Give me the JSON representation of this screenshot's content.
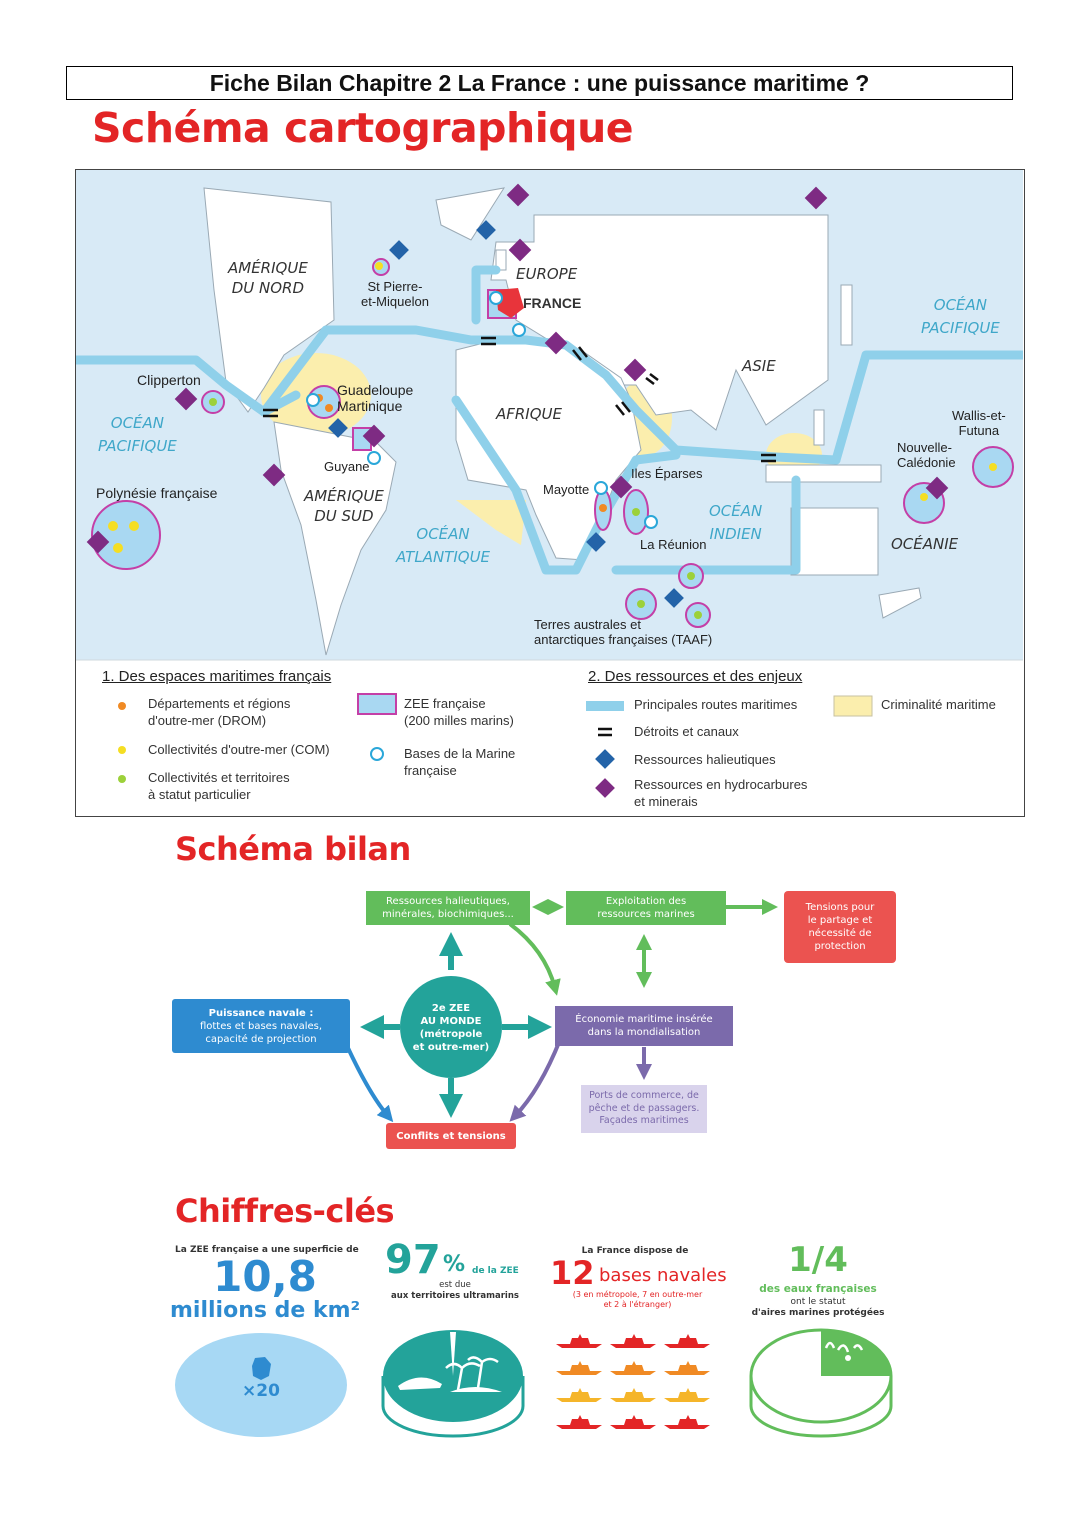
{
  "header": {
    "title": "Fiche Bilan Chapitre 2 La France : une puissance maritime ?"
  },
  "sections": {
    "map": "Schéma cartographique",
    "summary": "Schéma bilan",
    "figures": "Chiffres-clés"
  },
  "map": {
    "continents": {
      "north_america_1": "AMÉRIQUE",
      "north_america_2": "DU NORD",
      "south_america_1": "AMÉRIQUE",
      "south_america_2": "DU SUD",
      "europe": "EUROPE",
      "france": "FRANCE",
      "africa": "AFRIQUE",
      "asia": "ASIE",
      "oceania": "OCÉANIE"
    },
    "oceans": {
      "pacific_west_1": "OCÉAN",
      "pacific_west_2": "PACIFIQUE",
      "pacific_east_1": "OCÉAN",
      "pacific_east_2": "PACIFIQUE",
      "atlantic_1": "OCÉAN",
      "atlantic_2": "ATLANTIQUE",
      "indian_1": "OCÉAN",
      "indian_2": "INDIEN"
    },
    "places": {
      "clipperton": "Clipperton",
      "polynesie": "Polynésie française",
      "spm_1": "St Pierre-",
      "spm_2": "et-Miquelon",
      "guadeloupe": "Guadeloupe",
      "martinique": "Martinique",
      "guyane": "Guyane",
      "mayotte": "Mayotte",
      "iles_eparses": "Iles Éparses",
      "reunion": "La Réunion",
      "taaf_1": "Terres australes et",
      "taaf_2": "antarctiques françaises (TAAF)",
      "nc_1": "Nouvelle-",
      "nc_2": "Calédonie",
      "wf_1": "Wallis-et-",
      "wf_2": "Futuna"
    },
    "legend": {
      "part1_title": "1. Des espaces maritimes français",
      "drom_1": "Départements et régions",
      "drom_2": "d'outre-mer (DROM)",
      "com": "Collectivités d'outre-mer (COM)",
      "special_1": "Collectivités et territoires",
      "special_2": "à statut particulier",
      "zee_1": "ZEE française",
      "zee_2": "(200 milles marins)",
      "bases_1": "Bases de la Marine",
      "bases_2": "française",
      "part2_title": "2. Des ressources et des enjeux",
      "routes": "Principales routes maritimes",
      "straits": "Détroits et canaux",
      "fish": "Ressources halieutiques",
      "hydro_1": "Ressources en hydrocarbures",
      "hydro_2": "et minerais",
      "crime": "Criminalité maritime"
    },
    "colors": {
      "sea": "#d8eaf6",
      "land": "#ffffff",
      "route": "#8fd0ea",
      "zee": "#a9d8f2",
      "zee_border": "#c43fa7",
      "fish": "#2363a8",
      "hydro": "#7e2b83",
      "crime": "#fbeead",
      "drom": "#f08a24",
      "com": "#f5de23",
      "special": "#9cd13a",
      "france": "#e8343b"
    }
  },
  "bilan": {
    "center_1": "2e ZEE",
    "center_2": "AU MONDE",
    "center_3": "(métropole",
    "center_4": "et outre-mer)",
    "resources_1": "Ressources halieutiques,",
    "resources_2": "minérales, biochimiques...",
    "exploitation_1": "Exploitation des",
    "exploitation_2": "ressources marines",
    "tensions_1": "Tensions pour",
    "tensions_2": "le partage et",
    "tensions_3": "nécessité de",
    "tensions_4": "protection",
    "naval_1": "Puissance navale :",
    "naval_2": "flottes et bases navales,",
    "naval_3": "capacité de projection",
    "economy_1": "Économie maritime insérée",
    "economy_2": "dans la mondialisation",
    "ports_1": "Ports de commerce, de",
    "ports_2": "pêche et de passagers.",
    "ports_3": "Façades maritimes",
    "conflicts": "Conflits et tensions",
    "colors": {
      "green": "#62bd5b",
      "teal": "#23a39a",
      "red": "#eb5350",
      "blue": "#2e8bd0",
      "purple": "#7b6aab",
      "lavender": "#d9d3ec"
    }
  },
  "key_figures": {
    "zee_area_intro": "La ZEE française a une superficie de",
    "zee_area_value": "10,8",
    "zee_area_unit": "millions de km²",
    "zee_area_multiplier": "×20",
    "overseas_value": "97",
    "overseas_pct": "%",
    "overseas_suffix": "de la ZEE",
    "overseas_line2": "est due",
    "overseas_line3": "aux territoires ultramarins",
    "bases_intro": "La France dispose de",
    "bases_value": "12",
    "bases_label": "bases navales",
    "bases_detail_1": "(3 en métropole, 7 en outre-mer",
    "bases_detail_2": "et 2 à l'étranger)",
    "protected_value": "1/4",
    "protected_line1": "des eaux françaises",
    "protected_line2": "ont le statut",
    "protected_line3": "d'aires marines protégées",
    "protected_fraction": 0.25
  }
}
